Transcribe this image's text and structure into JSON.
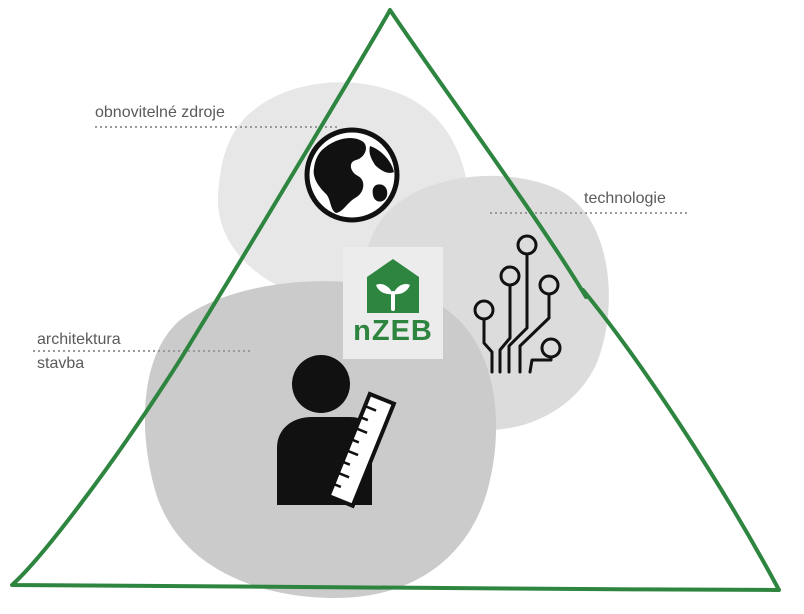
{
  "labels": {
    "renewables": "obnovitelné zdroje",
    "technology": "technologie",
    "architecture_line1": "architektura",
    "architecture_line2": "stavba"
  },
  "logo": {
    "text": "nZEB"
  },
  "colors": {
    "triangle": "#2e8540",
    "blob_light": "#e6e6e6",
    "blob_mid": "#d9d9d9",
    "blob_dark": "#c9c9c9",
    "icon": "#111111",
    "leader_line": "#9a9a9a",
    "label_text": "#5a5a5a"
  },
  "icons": [
    "globe-icon",
    "circuit-icon",
    "architect-ruler-icon",
    "house-sprout-icon"
  ]
}
